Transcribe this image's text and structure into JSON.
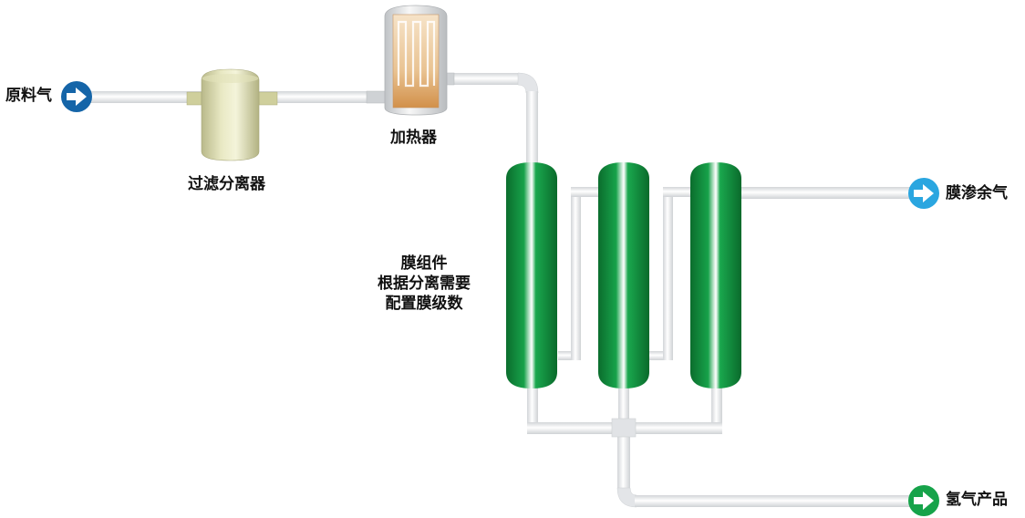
{
  "labels": {
    "feed_gas": "原料气",
    "filter_separator": "过滤分离器",
    "heater": "加热器",
    "permeate_residual": "膜渗余气",
    "hydrogen_product": "氢气产品"
  },
  "membrane_note": [
    "膜组件",
    "根据分离需要",
    "配置膜级数"
  ],
  "colors": {
    "pipe": "#e9ebed",
    "pipe_edge": "#c9ccd0",
    "inlet_arrow": "#1565a8",
    "residual_arrow": "#2aa6e0",
    "product_arrow": "#16a34a",
    "membrane": "#14913c",
    "filter": "#d8d8a6",
    "heater_element": "#d59a55"
  },
  "icons": [
    "arrow-right-icon"
  ]
}
